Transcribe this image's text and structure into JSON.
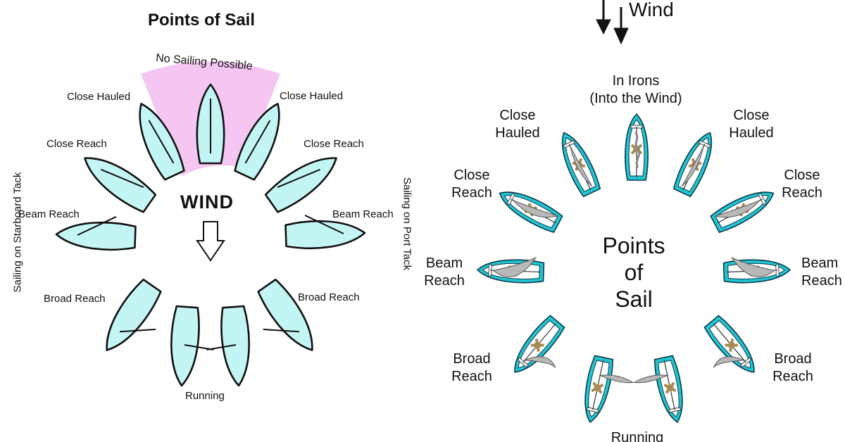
{
  "left_diagram": {
    "title": "Points of Sail",
    "no_sailing_zone": "No Sailing Possible",
    "wind_label": "WIND",
    "starboard_tack": "Sailing on Starboard Tack",
    "port_tack": "Sailing on Port Tack",
    "labels": {
      "close_hauled_left": "Close Hauled",
      "close_hauled_right": "Close Hauled",
      "close_reach_left": "Close Reach",
      "close_reach_right": "Close Reach",
      "beam_reach_left": "Beam Reach",
      "beam_reach_right": "Beam Reach",
      "broad_reach_left": "Broad Reach",
      "broad_reach_right": "Broad Reach",
      "running": "Running"
    },
    "colors": {
      "boat_fill": "#c4f5f5",
      "no_sail_zone": "#f5c6f2",
      "outline": "#111111"
    }
  },
  "right_diagram": {
    "wind_label": "Wind",
    "center_title_lines": [
      "Points",
      "of",
      "Sail"
    ],
    "labels": {
      "in_irons": [
        "In Irons",
        "(Into the Wind)"
      ],
      "close_hauled_left": [
        "Close",
        "Hauled"
      ],
      "close_hauled_right": [
        "Close",
        "Hauled"
      ],
      "close_reach_left": [
        "Close",
        "Reach"
      ],
      "close_reach_right": [
        "Close",
        "Reach"
      ],
      "beam_reach_left": [
        "Beam",
        "Reach"
      ],
      "beam_reach_right": [
        "Beam",
        "Reach"
      ],
      "broad_reach_left": [
        "Broad",
        "Reach"
      ],
      "broad_reach_right": [
        "Broad",
        "Reach"
      ],
      "running": "Running"
    },
    "colors": {
      "hull": "#22c4d0",
      "deck": "#ffffff",
      "sail": "#b8b8b8",
      "crew": "#a88b55"
    }
  }
}
